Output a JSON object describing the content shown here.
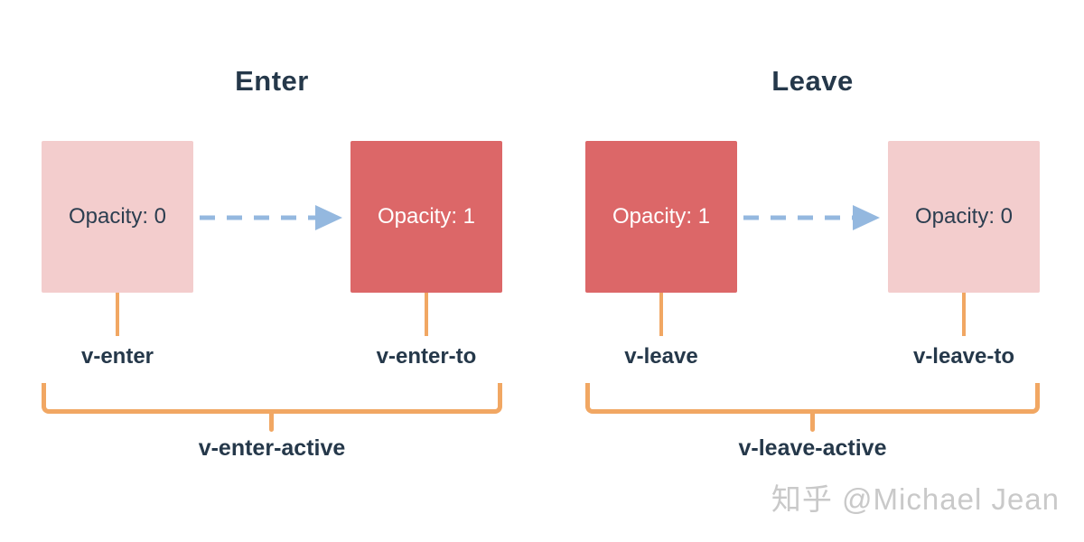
{
  "colors": {
    "box_faded": "#f3cdcd",
    "box_solid": "#dc6768",
    "arrow_blue": "#94b8df",
    "bracket_orange": "#f1a763",
    "text_dark": "#25384a",
    "box_text_dark": "#2c3e50",
    "watermark_gray": "#c9c9c9"
  },
  "sections": [
    {
      "title": "Enter",
      "boxes": [
        {
          "label": "Opacity: 0",
          "style": "faded"
        },
        {
          "label": "Opacity: 1",
          "style": "solid"
        }
      ],
      "arrow": "dashed-right-arrow",
      "box_labels": [
        "v-enter",
        "v-enter-to"
      ],
      "active_label": "v-enter-active"
    },
    {
      "title": "Leave",
      "boxes": [
        {
          "label": "Opacity: 1",
          "style": "solid"
        },
        {
          "label": "Opacity: 0",
          "style": "faded"
        }
      ],
      "arrow": "dashed-right-arrow",
      "box_labels": [
        "v-leave",
        "v-leave-to"
      ],
      "active_label": "v-leave-active"
    }
  ],
  "watermark": "知乎 @Michael Jean"
}
